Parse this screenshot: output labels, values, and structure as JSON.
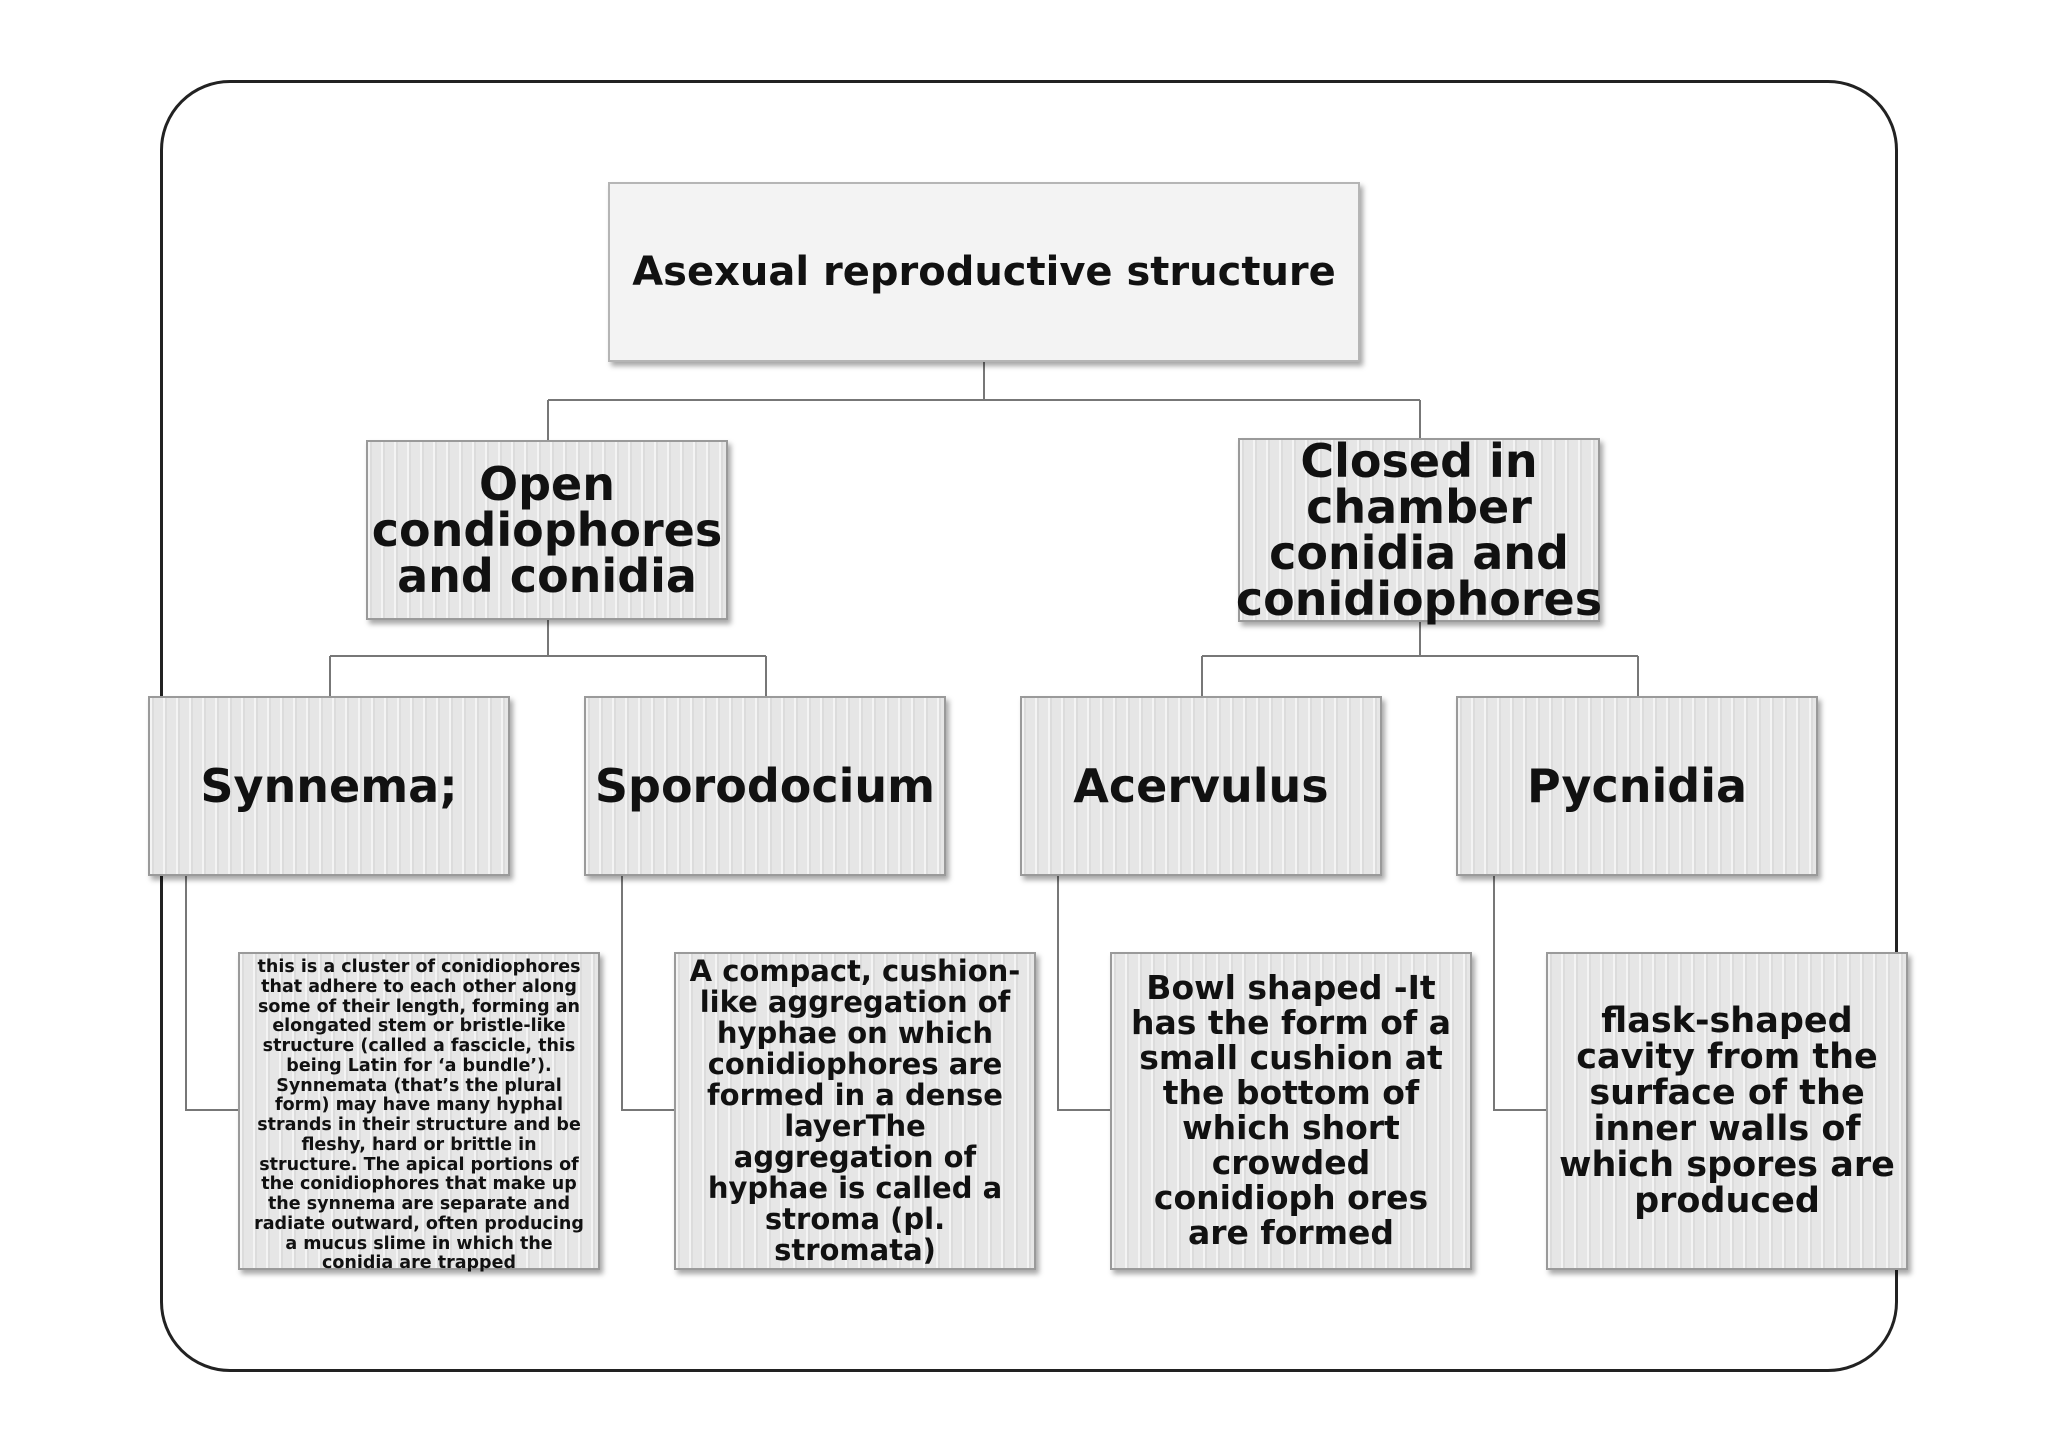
{
  "diagram": {
    "root": "Asexual reproductive structure",
    "branches": [
      "Open condiophores and conidia",
      "Closed in chamber conidia and conidiophores"
    ],
    "types": [
      "Synnema;",
      "Sporodocium",
      "Acervulus",
      "Pycnidia"
    ],
    "descriptions": {
      "synnema": "this is a cluster of conidiophores that adhere to each other along some of their length, forming an elongated stem or bristle-like structure (called a fascicle, this being Latin for ‘a bundle’). Synnemata (that’s the plural form) may have many hyphal strands in their structure and be fleshy, hard or brittle in structure. The apical portions of the conidiophores that make up the synnema are separate and radiate outward, often producing a mucus slime in which the conidia are trapped",
      "sporodocium": "A compact, cushion-like aggregation of hyphae on which conidiophores are formed in a dense layerThe aggregation of hyphae is called a stroma (pl. stromata)",
      "acervulus": "Bowl shaped -It has the form of a small cushion at the bottom of which short crowded conidioph ores are formed",
      "pycnidia": "flask-shaped cavity from the surface of the inner walls of which spores are produced"
    }
  }
}
